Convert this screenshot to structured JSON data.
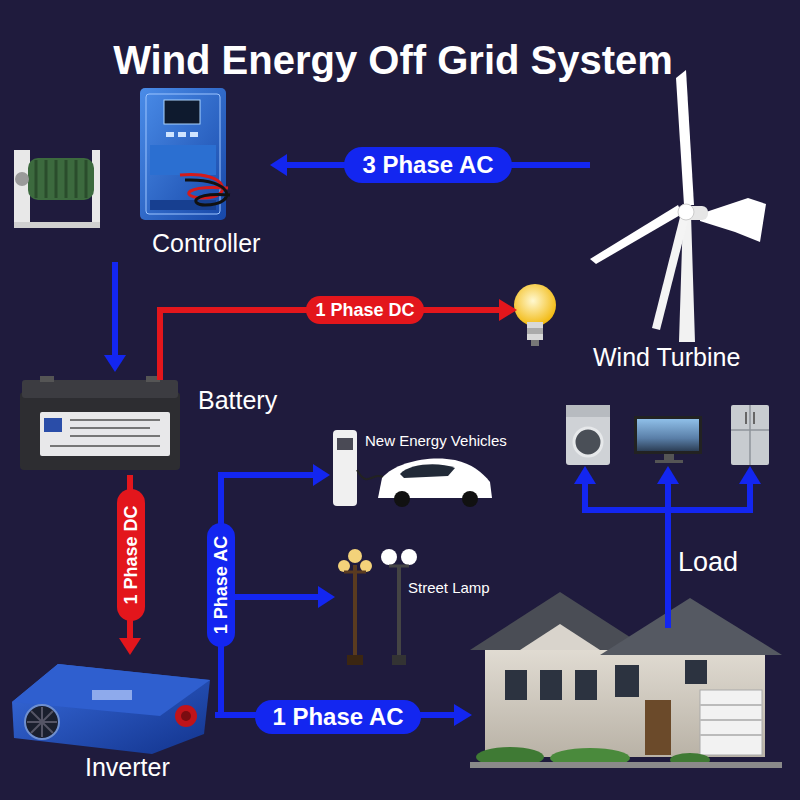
{
  "diagram": {
    "title": "Wind Energy Off Grid System",
    "nodes": [
      {
        "text": [
          "Controller"
        ]
      },
      {
        "text": [
          "Wind Turbine"
        ]
      },
      {
        "text": [
          "Battery"
        ]
      },
      {
        "text": [
          "New Energy Vehicles"
        ]
      },
      {
        "text": [
          "Street Lamp"
        ]
      },
      {
        "text": [
          "Inverter"
        ]
      }
    ],
    "edges": [
      {
        "from": 1,
        "to": 0,
        "label": "3 Phase AC",
        "arrow": "to"
      },
      {
        "from": 0,
        "to": 2,
        "arrow": "to"
      },
      {
        "from": 2,
        "to": 5,
        "label": "1 Phase DC",
        "arrow": "to"
      },
      {
        "from": 5,
        "to": 3,
        "label": "1 Phase AC",
        "arrow": "to"
      },
      {
        "from": 5,
        "to": 4,
        "arrow": "to"
      }
    ],
    "labels": [
      "1 Phase DC",
      "Load",
      "1 Phase AC"
    ]
  }
}
